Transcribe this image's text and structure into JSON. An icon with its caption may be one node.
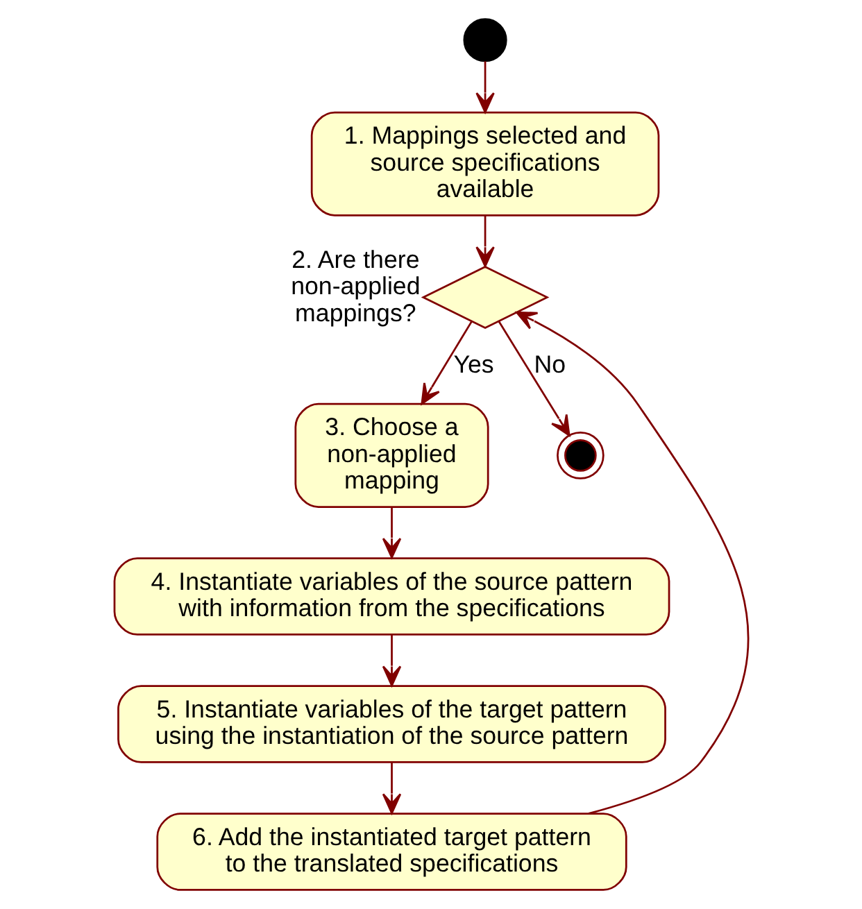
{
  "diagram": {
    "nodes": [
      {
        "text": [],
        "shape": "circle"
      },
      {
        "text": [
          "1. Mappings selected and source specifications available"
        ]
      },
      {
        "text": [
          "2. Are there non-applied mappings?"
        ]
      },
      {
        "text": [
          "3. Choose a non-applied mapping"
        ]
      },
      {
        "text": [
          "4. Instantiate variables of the source pattern with information from the specifications"
        ]
      },
      {
        "text": [
          "5. Instantiate variables of the target pattern using the instantiation of the source pattern"
        ]
      },
      {
        "text": [
          "6. Add the instantiated target pattern to the translated specifications"
        ]
      },
      {
        "text": [],
        "shape": "circle"
      }
    ],
    "edges": [
      {
        "from": 0,
        "to": 1,
        "arrow": "to"
      },
      {
        "from": 1,
        "to": 2,
        "arrow": "to"
      },
      {
        "from": 2,
        "to": 3,
        "arrow": "to",
        "label": "Yes"
      },
      {
        "from": 2,
        "to": 7,
        "arrow": "to",
        "label": "No"
      },
      {
        "from": 3,
        "to": 4,
        "arrow": "to"
      },
      {
        "from": 4,
        "to": 5,
        "arrow": "to"
      },
      {
        "from": 5,
        "to": 6,
        "arrow": "to"
      },
      {
        "from": 6,
        "to": 2,
        "arrow": "to"
      }
    ]
  }
}
